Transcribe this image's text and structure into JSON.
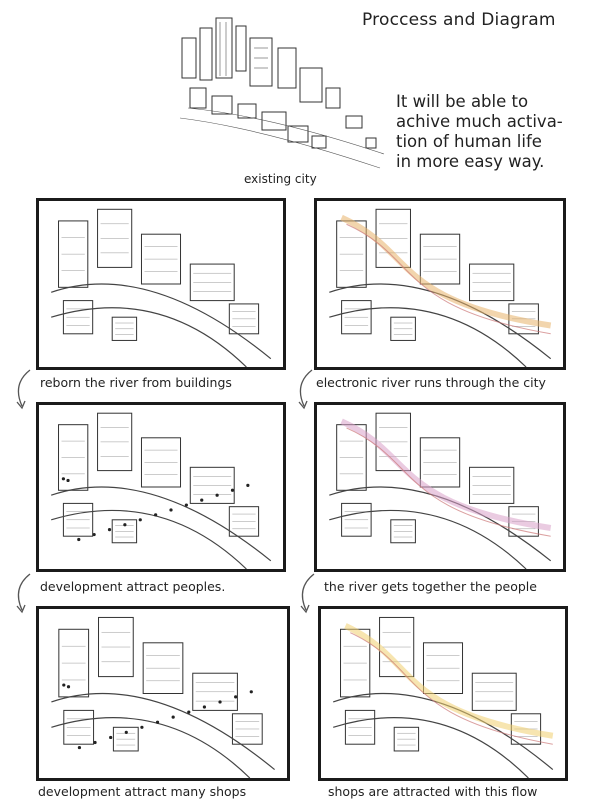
{
  "header": {
    "title": "Proccess and Diagram",
    "description_lines": [
      "It will be able to",
      "achive much activa-",
      "tion of human life",
      "in more easy way."
    ]
  },
  "hero": {
    "caption": "existing city"
  },
  "panels": [
    {
      "caption": "reborn the river from buildings",
      "style": "plain",
      "color": "#000000"
    },
    {
      "caption": "electronic river runs through the city",
      "style": "flow",
      "color": "#e8b26a"
    },
    {
      "caption": "development attract peoples.",
      "style": "people",
      "color": "#000000"
    },
    {
      "caption": "the river gets together the people",
      "style": "flow",
      "color": "#d9a0c8"
    },
    {
      "caption": "development attract many shops",
      "style": "people",
      "color": "#000000"
    },
    {
      "caption": "shops are attracted with this flow",
      "style": "flow",
      "color": "#f0d070"
    }
  ]
}
